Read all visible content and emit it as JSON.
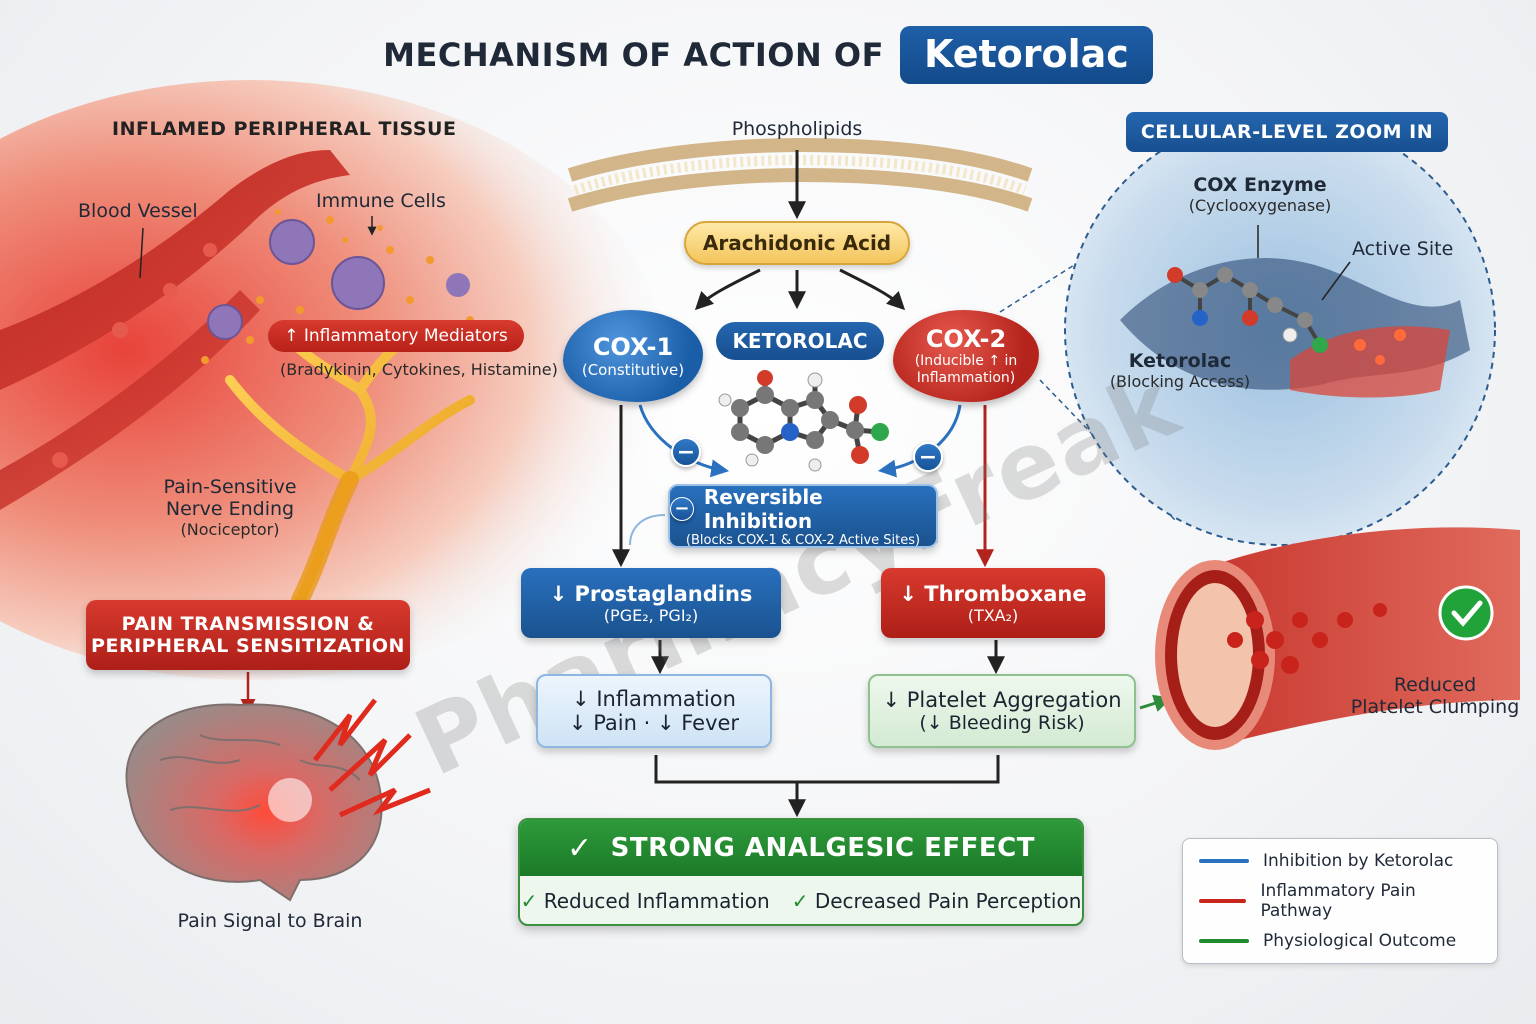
{
  "title": {
    "main": "MECHANISM OF ACTION OF",
    "drug": "Ketorolac"
  },
  "left": {
    "header": "INFLAMED PERIPHERAL TISSUE",
    "blood_vessel": "Blood Vessel",
    "immune_cells": "Immune Cells",
    "inflammatory_mediators": "↑ Inflammatory Mediators",
    "mediators_list": "(Bradykinin, Cytokines, Histamine)",
    "nerve_line1": "Pain-Sensitive",
    "nerve_line2": "Nerve Ending",
    "nerve_sub": "(Nociceptor)",
    "pain_box_line1": "PAIN TRANSMISSION &",
    "pain_box_line2": "PERIPHERAL SENSITIZATION",
    "brain_label": "Pain Signal to Brain"
  },
  "center": {
    "phospholipids": "Phospholipids",
    "arachidonic": "Arachidonic Acid",
    "cox1_name": "COX-1",
    "cox1_sub": "(Constitutive)",
    "ketorolac": "KETOROLAC",
    "cox2_name": "COX-2",
    "cox2_sub1": "(Inducible ↑ in",
    "cox2_sub2": "Inflammation)",
    "inhibition_title": "Reversible Inhibition",
    "inhibition_sub": "(Blocks COX-1 & COX-2 Active Sites)",
    "prosta_title": "↓ Prostaglandins",
    "prosta_sub": "(PGE₂, PGI₂)",
    "thromb_title": "↓ Thromboxane",
    "thromb_sub": "(TXA₂)",
    "inflam_line1": "↓ Inflammation",
    "inflam_line2": "↓ Pain · ↓ Fever",
    "platelet_line1": "↓ Platelet Aggregation",
    "platelet_line2": "(↓ Bleeding Risk)",
    "strong_title": "STRONG ANALGESIC EFFECT",
    "strong_sub1": "Reduced Inflammation",
    "strong_sub2": "Decreased Pain Perception",
    "watermark": "PharmacyFreak"
  },
  "right": {
    "header": "CELLULAR-LEVEL ZOOM IN",
    "cox_enzyme": "COX Enzyme",
    "cox_enzyme_sub": "(Cyclooxygenase)",
    "active_site": "Active Site",
    "ketorolac": "Ketorolac",
    "ketorolac_sub": "(Blocking Access)",
    "reduced_line1": "Reduced",
    "reduced_line2": "Platelet Clumping"
  },
  "legend": [
    {
      "label": "Inhibition by Ketorolac",
      "color": "#2a72c0"
    },
    {
      "label": "Inflammatory Pain Pathway",
      "color": "#c8251c"
    },
    {
      "label": "Physiological Outcome",
      "color": "#1f8a2e"
    }
  ],
  "colors": {
    "blue": "#1f5fa8",
    "red": "#c8251c",
    "green": "#1f8a2e",
    "gold": "#f3c55b"
  }
}
